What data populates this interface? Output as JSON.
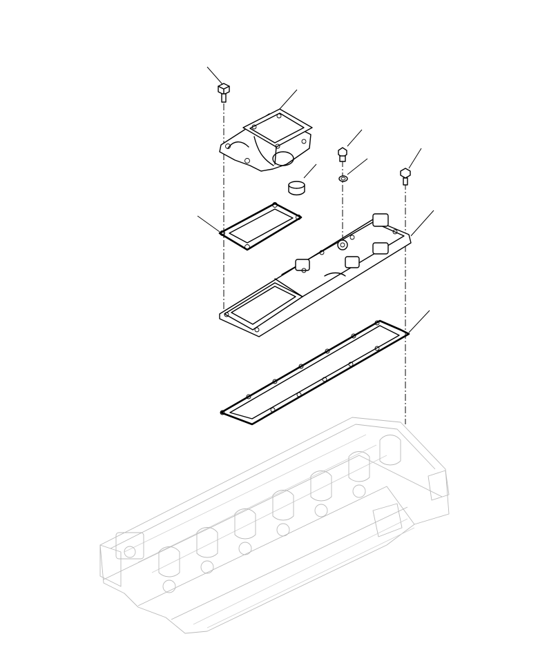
{
  "diagram": {
    "kind": "exploded-parts-view",
    "line_color": "#000000",
    "ghost_color": "#b9b9b9",
    "background": "#ffffff",
    "parts": [
      {
        "id": "bolt-upper-left",
        "icon": "bolt-icon"
      },
      {
        "id": "intake-elbow",
        "icon": "elbow-housing-icon"
      },
      {
        "id": "plug",
        "icon": "plug-icon"
      },
      {
        "id": "elbow-gasket",
        "icon": "gasket-icon"
      },
      {
        "id": "fitting",
        "icon": "fitting-icon"
      },
      {
        "id": "o-ring",
        "icon": "o-ring-icon"
      },
      {
        "id": "bolt-right",
        "icon": "bolt-icon"
      },
      {
        "id": "intake-cover",
        "icon": "cover-icon"
      },
      {
        "id": "cover-gasket",
        "icon": "gasket-icon"
      },
      {
        "id": "cylinder-head",
        "icon": "cylinder-head-icon"
      }
    ]
  }
}
